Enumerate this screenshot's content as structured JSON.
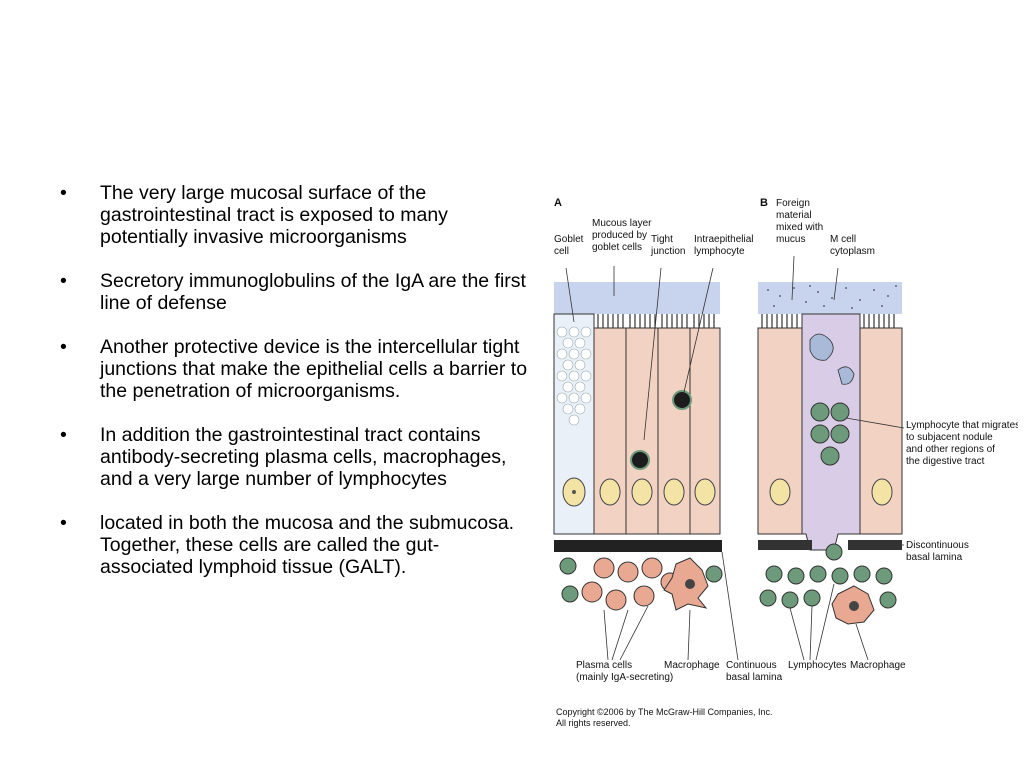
{
  "bullets": [
    "The very large mucosal surface of the gastrointestinal tract is exposed to many potentially invasive microorganisms",
    "Secretory immunoglobulins of the IgA are the first line of defense",
    "Another protective device is the intercellular tight junctions that make the epithelial cells a barrier to the penetration of microorganisms.",
    "In addition the gastrointestinal tract contains antibody-secreting plasma cells, macrophages, and a very large number of lymphocytes",
    "located in both the mucosa and the submucosa. Together, these cells are called the gut-associated lymphoid tissue (GALT)."
  ],
  "bullet_symbol": "•",
  "figure": {
    "panel_a": {
      "letter": "A",
      "goblet_cell": [
        "Goblet",
        "cell"
      ],
      "mucous_layer": [
        "Mucous layer",
        "produced by",
        "goblet cells"
      ],
      "tight_junction": [
        "Tight",
        "junction"
      ],
      "intraepithelial": [
        "Intraepithelial",
        "lymphocyte"
      ],
      "plasma_cells": [
        "Plasma cells",
        "(mainly IgA-secreting)"
      ],
      "macrophage": "Macrophage",
      "continuous_basal": [
        "Continuous",
        "basal lamina"
      ]
    },
    "panel_b": {
      "letter": "B",
      "foreign_material": [
        "Foreign",
        "material",
        "mixed with",
        "mucus"
      ],
      "m_cell": [
        "M cell",
        "cytoplasm"
      ],
      "lymphocyte_migrates": [
        "Lymphocyte that migrates",
        "to subjacent nodule",
        "and other regions of",
        "the digestive tract"
      ],
      "discontinuous_basal": [
        "Discontinuous",
        "basal lamina"
      ],
      "lymphocytes": "Lymphocytes",
      "macrophage": "Macrophage"
    },
    "copyright": [
      "Copyright ©2006 by The McGraw-Hill Companies, Inc.",
      "All rights reserved."
    ]
  },
  "colors": {
    "mucus": "#c8d4ee",
    "cell": "#f1d2c3",
    "m_cell": "#d9cce6",
    "nucleus": "#f3e4a6",
    "lymphocyte": "#6e9a7c",
    "plasma": "#e8a892"
  }
}
